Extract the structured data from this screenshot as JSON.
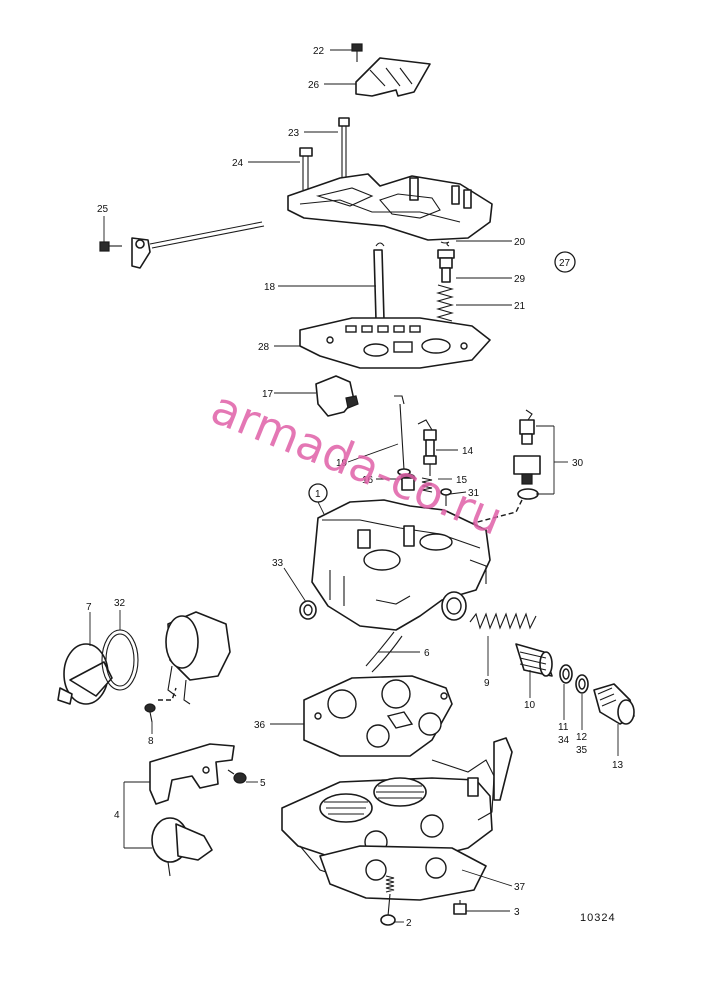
{
  "labels": {
    "l22": "22",
    "l26": "26",
    "l23": "23",
    "l24": "24",
    "l25": "25",
    "l20": "20",
    "l27": "27",
    "l29": "29",
    "l18": "18",
    "l21": "21",
    "l28": "28",
    "l17": "17",
    "l14": "14",
    "l19": "19",
    "l30": "30",
    "l16": "16",
    "l15": "15",
    "l31": "31",
    "l1": "1",
    "l33": "33",
    "l7": "7",
    "l32": "32",
    "l6": "6",
    "l9": "9",
    "l10": "10",
    "l11": "11",
    "l34": "34",
    "l12": "12",
    "l35": "35",
    "l13": "13",
    "l8": "8",
    "l36": "36",
    "l4": "4",
    "l5": "5",
    "l37": "37",
    "l2": "2",
    "l3": "3"
  },
  "figure_code": "10324",
  "watermark": "armada-co.ru"
}
